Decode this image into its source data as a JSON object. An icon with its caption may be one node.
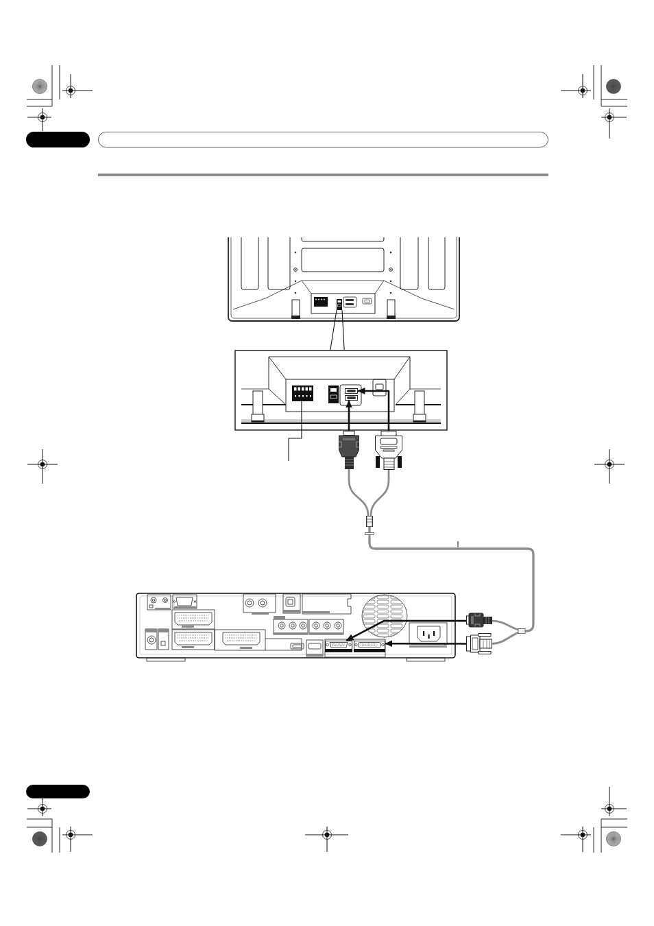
{
  "diagram": {
    "nodes": [
      {
        "text": [],
        "shape": "bar"
      },
      {
        "text": [],
        "shape": "bar"
      },
      {
        "text": [],
        "shape": "picture"
      },
      {
        "text": [],
        "shape": "box",
        "in": 2
      },
      {
        "text": [],
        "shape": "picture"
      },
      {
        "text": [],
        "shape": "box",
        "in": 4
      },
      {
        "text": [],
        "shape": "box",
        "in": 4
      },
      {
        "text": [],
        "shape": "box",
        "in": 4
      },
      {
        "text": [],
        "shape": "picture"
      },
      {
        "text": [],
        "shape": "picture"
      },
      {
        "text": [],
        "shape": "box"
      },
      {
        "text": [],
        "shape": "picture"
      },
      {
        "text": [],
        "shape": "box",
        "in": 11
      },
      {
        "text": [],
        "shape": "box",
        "in": 11
      },
      {
        "text": [],
        "shape": "picture"
      },
      {
        "text": [],
        "shape": "picture"
      },
      {
        "text": [],
        "shape": "bar"
      }
    ],
    "edges": [
      {
        "from": 3,
        "to": 4,
        "arrow": "none"
      },
      {
        "from": 3,
        "to": 4,
        "arrow": "none"
      },
      {
        "from": 8,
        "to": 7,
        "arrow": "to"
      },
      {
        "from": 9,
        "to": 6,
        "arrow": "to"
      },
      {
        "from": null,
        "to": 5,
        "arrow": "none"
      },
      {
        "from": 8,
        "to": 10,
        "arrow": "none",
        "color": "#8c8c8c"
      },
      {
        "from": 9,
        "to": 10,
        "arrow": "none",
        "color": "#8c8c8c"
      },
      {
        "from": 10,
        "to": 14,
        "arrow": "none",
        "color": "#8c8c8c"
      },
      {
        "from": 10,
        "to": 15,
        "arrow": "none",
        "color": "#8c8c8c"
      },
      {
        "from": 14,
        "to": 12,
        "arrow": "to"
      },
      {
        "from": 15,
        "to": 13,
        "arrow": "to"
      }
    ]
  }
}
